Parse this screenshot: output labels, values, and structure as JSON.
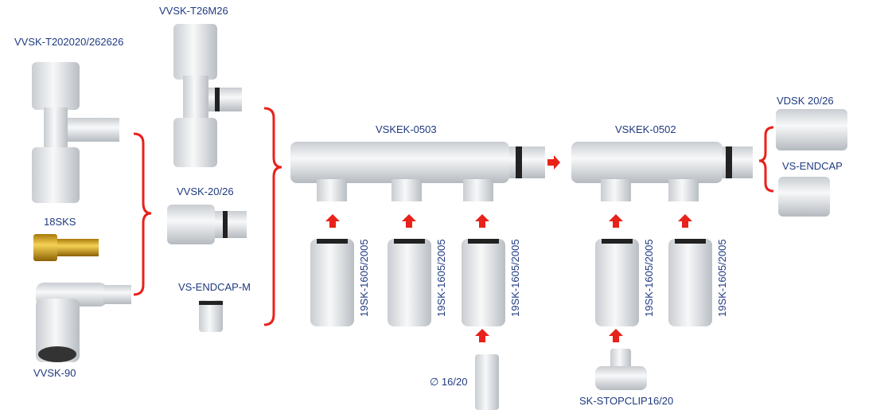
{
  "labels": {
    "tee_left": "VVSK-T202020/262626",
    "tee_top": "VVSK-T26M26",
    "brass": "18SKS",
    "elbow": "VVSK-90",
    "adapter": "VVSK-20/26",
    "endcap_m": "VS-ENDCAP-M",
    "manifold_3": "VSKEK-0503",
    "manifold_2": "VSKEK-0502",
    "vdsk": "VDSK 20/26",
    "endcap": "VS-ENDCAP",
    "connector": "19SK-1605/2005",
    "pipe": "∅ 16/20",
    "stopclip": "SK-STOPCLIP16/20"
  },
  "colors": {
    "text": "#1f3a80",
    "accent": "#e8211b",
    "part": "#e6e8ea",
    "brass": "#d4a21a"
  }
}
